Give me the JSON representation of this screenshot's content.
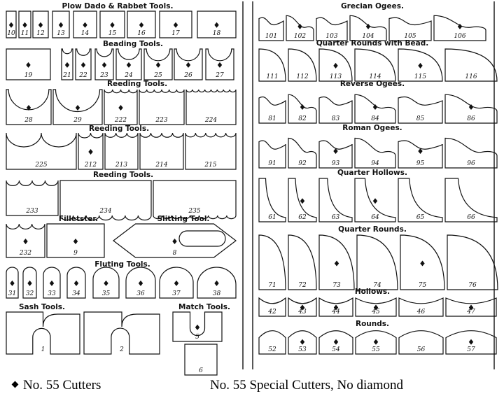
{
  "legend": {
    "left": "No. 55 Cutters",
    "right": "No. 55 Special Cutters, No diamond"
  },
  "left_column": {
    "sections": [
      {
        "id": "plow",
        "title": "Plow Dado & Rabbet Tools.",
        "items": [
          {
            "label": "10",
            "diamond": true
          },
          {
            "label": "11",
            "diamond": true
          },
          {
            "label": "12",
            "diamond": true
          },
          {
            "label": "13",
            "diamond": true
          },
          {
            "label": "14",
            "diamond": true
          },
          {
            "label": "15",
            "diamond": true
          },
          {
            "label": "16",
            "diamond": true
          },
          {
            "label": "17",
            "diamond": true
          },
          {
            "label": "18",
            "diamond": true
          }
        ]
      },
      {
        "id": "beading",
        "title": "Beading Tools.",
        "items": [
          {
            "label": "19",
            "diamond": true
          },
          {
            "label": "21",
            "diamond": true
          },
          {
            "label": "22",
            "diamond": true
          },
          {
            "label": "23",
            "diamond": true
          },
          {
            "label": "24",
            "diamond": true
          },
          {
            "label": "25",
            "diamond": true
          },
          {
            "label": "26",
            "diamond": true
          },
          {
            "label": "27",
            "diamond": true
          }
        ]
      },
      {
        "id": "reeding1",
        "title": "Reeding Tools.",
        "items": [
          {
            "label": "28",
            "diamond": true
          },
          {
            "label": "29",
            "diamond": true
          },
          {
            "label": "222",
            "diamond": true
          },
          {
            "label": "223",
            "diamond": false
          },
          {
            "label": "224",
            "diamond": false
          }
        ]
      },
      {
        "id": "reeding2",
        "title": "Reeding Tools.",
        "items": [
          {
            "label": "225",
            "diamond": false
          },
          {
            "label": "212",
            "diamond": true
          },
          {
            "label": "213",
            "diamond": false
          },
          {
            "label": "214",
            "diamond": false
          },
          {
            "label": "215",
            "diamond": false
          }
        ]
      },
      {
        "id": "reeding3",
        "title": "Reeding Tools.",
        "items": [
          {
            "label": "233",
            "diamond": false
          },
          {
            "label": "234",
            "diamond": false
          },
          {
            "label": "235",
            "diamond": false
          }
        ]
      },
      {
        "id": "filletster",
        "title": "Filletster.",
        "items": [
          {
            "label": "232",
            "diamond": true
          },
          {
            "label": "9",
            "diamond": true
          }
        ]
      },
      {
        "id": "slitting",
        "title": "Slitting Tool.",
        "items": [
          {
            "label": "8",
            "diamond": true
          }
        ]
      },
      {
        "id": "fluting",
        "title": "Fluting Tools.",
        "items": [
          {
            "label": "31",
            "diamond": true
          },
          {
            "label": "32",
            "diamond": true
          },
          {
            "label": "33",
            "diamond": true
          },
          {
            "label": "34",
            "diamond": true
          },
          {
            "label": "35",
            "diamond": true
          },
          {
            "label": "36",
            "diamond": true
          },
          {
            "label": "37",
            "diamond": true
          },
          {
            "label": "38",
            "diamond": true
          }
        ]
      },
      {
        "id": "sash",
        "title": "Sash Tools.",
        "items": [
          {
            "label": "1",
            "diamond": false
          },
          {
            "label": "2",
            "diamond": false
          }
        ]
      },
      {
        "id": "match",
        "title": "Match Tools.",
        "items": [
          {
            "label": "5",
            "diamond": true
          },
          {
            "label": "6",
            "diamond": false
          }
        ]
      }
    ]
  },
  "right_column": {
    "sections": [
      {
        "id": "grecian",
        "title": "Grecian Ogees.",
        "items": [
          {
            "label": "101",
            "diamond": false
          },
          {
            "label": "102",
            "diamond": true
          },
          {
            "label": "103",
            "diamond": false
          },
          {
            "label": "104",
            "diamond": true
          },
          {
            "label": "105",
            "diamond": false
          },
          {
            "label": "106",
            "diamond": true
          }
        ]
      },
      {
        "id": "qr_bead",
        "title": "Quarter Rounds with Bead.",
        "items": [
          {
            "label": "111",
            "diamond": false
          },
          {
            "label": "112",
            "diamond": false
          },
          {
            "label": "113",
            "diamond": true
          },
          {
            "label": "114",
            "diamond": false
          },
          {
            "label": "115",
            "diamond": true
          },
          {
            "label": "116",
            "diamond": false
          }
        ]
      },
      {
        "id": "reverse",
        "title": "Reverse Ogees.",
        "items": [
          {
            "label": "81",
            "diamond": false
          },
          {
            "label": "82",
            "diamond": true
          },
          {
            "label": "83",
            "diamond": false
          },
          {
            "label": "84",
            "diamond": true
          },
          {
            "label": "85",
            "diamond": false
          },
          {
            "label": "86",
            "diamond": true
          }
        ]
      },
      {
        "id": "roman",
        "title": "Roman Ogees.",
        "items": [
          {
            "label": "91",
            "diamond": false
          },
          {
            "label": "92",
            "diamond": false
          },
          {
            "label": "93",
            "diamond": true
          },
          {
            "label": "94",
            "diamond": false
          },
          {
            "label": "95",
            "diamond": true
          },
          {
            "label": "96",
            "diamond": false
          }
        ]
      },
      {
        "id": "qhollows",
        "title": "Quarter Hollows.",
        "items": [
          {
            "label": "61",
            "diamond": false
          },
          {
            "label": "62",
            "diamond": true
          },
          {
            "label": "63",
            "diamond": false
          },
          {
            "label": "64",
            "diamond": true
          },
          {
            "label": "65",
            "diamond": false
          },
          {
            "label": "66",
            "diamond": false
          }
        ]
      },
      {
        "id": "qrounds",
        "title": "Quarter Rounds.",
        "items": [
          {
            "label": "71",
            "diamond": false
          },
          {
            "label": "72",
            "diamond": false
          },
          {
            "label": "73",
            "diamond": true
          },
          {
            "label": "74",
            "diamond": false
          },
          {
            "label": "75",
            "diamond": true
          },
          {
            "label": "76",
            "diamond": false
          }
        ]
      },
      {
        "id": "hollows",
        "title": "Hollows.",
        "items": [
          {
            "label": "42",
            "diamond": false
          },
          {
            "label": "43",
            "diamond": true
          },
          {
            "label": "44",
            "diamond": true
          },
          {
            "label": "45",
            "diamond": true
          },
          {
            "label": "46",
            "diamond": false
          },
          {
            "label": "47",
            "diamond": true
          }
        ]
      },
      {
        "id": "rounds",
        "title": "Rounds.",
        "items": [
          {
            "label": "52",
            "diamond": false
          },
          {
            "label": "53",
            "diamond": true
          },
          {
            "label": "54",
            "diamond": true
          },
          {
            "label": "55",
            "diamond": true
          },
          {
            "label": "56",
            "diamond": false
          },
          {
            "label": "57",
            "diamond": true
          }
        ]
      }
    ]
  }
}
